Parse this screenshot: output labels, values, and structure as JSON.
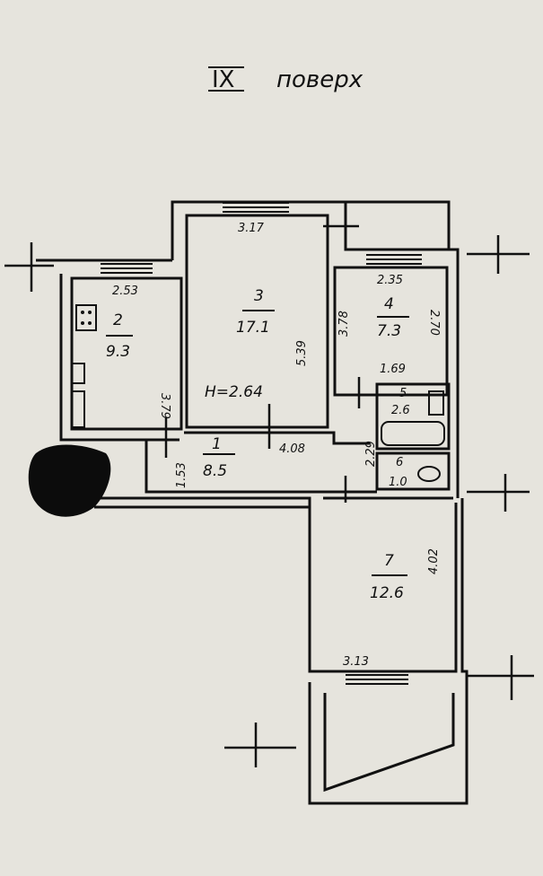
{
  "title": {
    "roman": "IX",
    "word": "поверх"
  },
  "ceiling_height": "H=2.64",
  "rooms": [
    {
      "number": "1",
      "area": "8.5"
    },
    {
      "number": "2",
      "area": "9.3"
    },
    {
      "number": "3",
      "area": "17.1"
    },
    {
      "number": "4",
      "area": "7.3"
    },
    {
      "number": "5",
      "area": "2.6"
    },
    {
      "number": "6",
      "area": "1.0"
    },
    {
      "number": "7",
      "area": "12.6"
    }
  ],
  "dimensions": {
    "r2_width": "2.53",
    "r2_length": "3.79",
    "r3_width": "3.17",
    "r3_length": "5.39",
    "r4_width": "2.35",
    "r4_left": "3.78",
    "r4_right": "2.70",
    "r4_bottom": "1.69",
    "r1_length": "4.08",
    "r1_width": "1.53",
    "wc_length": "2.29",
    "r7_length": "4.02",
    "r7_width": "3.13"
  }
}
